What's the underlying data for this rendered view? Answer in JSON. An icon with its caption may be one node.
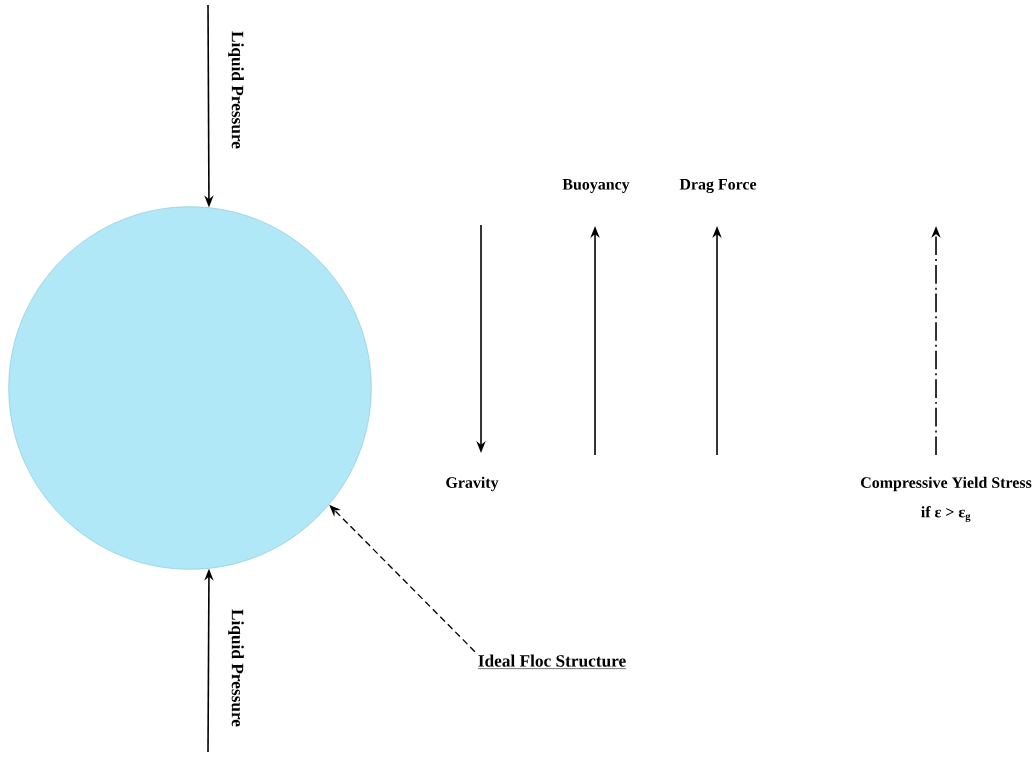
{
  "diagram": {
    "nodes": [
      {
        "text": [],
        "shape": "circle"
      },
      {
        "text": [
          "Ideal Floc Structure"
        ]
      }
    ],
    "edges": [
      {
        "from": null,
        "to": 0,
        "arrow": "to",
        "label": "Liquid Pressure"
      },
      {
        "from": null,
        "to": 0,
        "arrow": "to",
        "label": "Liquid Pressure"
      },
      {
        "from": 1,
        "to": 0,
        "arrow": "to",
        "style": "dashed"
      }
    ],
    "labels": [
      "Buoyancy",
      "Drag Force",
      "Gravity",
      "Compressive Yield Stress",
      "if ε > ε$_{g}$"
    ]
  }
}
